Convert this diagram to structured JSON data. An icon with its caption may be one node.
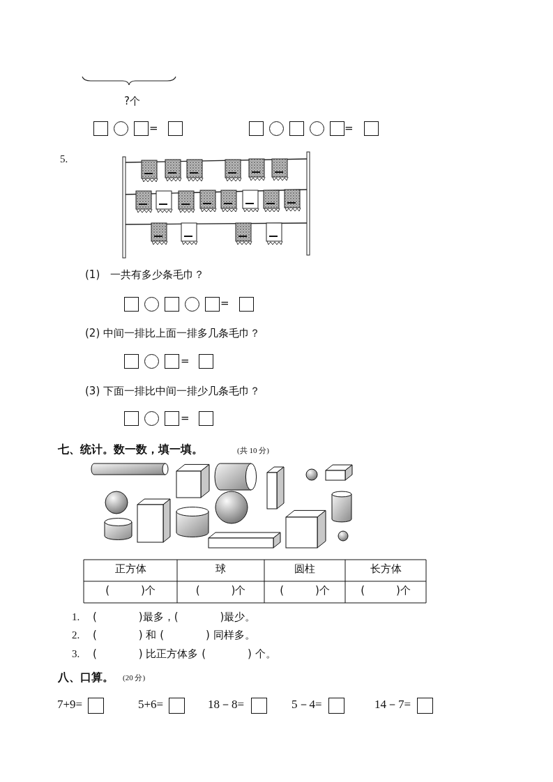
{
  "diagram": {
    "labels": [
      "?个",
      "=",
      "=",
      "5.",
      "(1)　一共有多少条毛巾？",
      "=",
      "(2) 中间一排比上面一排多几条毛巾？",
      "=",
      "(3) 下面一排比中间一排少几条毛巾？",
      "=",
      "七、统计。数一数，填一填。",
      "(共 10 分)",
      "正方体",
      "球",
      "圆柱",
      "长方体",
      "(　　　)个",
      "(　　　)个",
      "(　　　)个",
      "(　　　)个",
      "1.",
      "(　　　　)最多，(　　　　)最少。",
      "2.",
      "(　　　　) 和 (　　　　) 同样多。",
      "3.",
      "(　　　　) 比正方体多 (　　　　) 个。",
      "八、口算。",
      "(20 分)",
      "7+9=",
      "5+6=",
      "18－8=",
      "5－4=",
      "14－7="
    ]
  }
}
